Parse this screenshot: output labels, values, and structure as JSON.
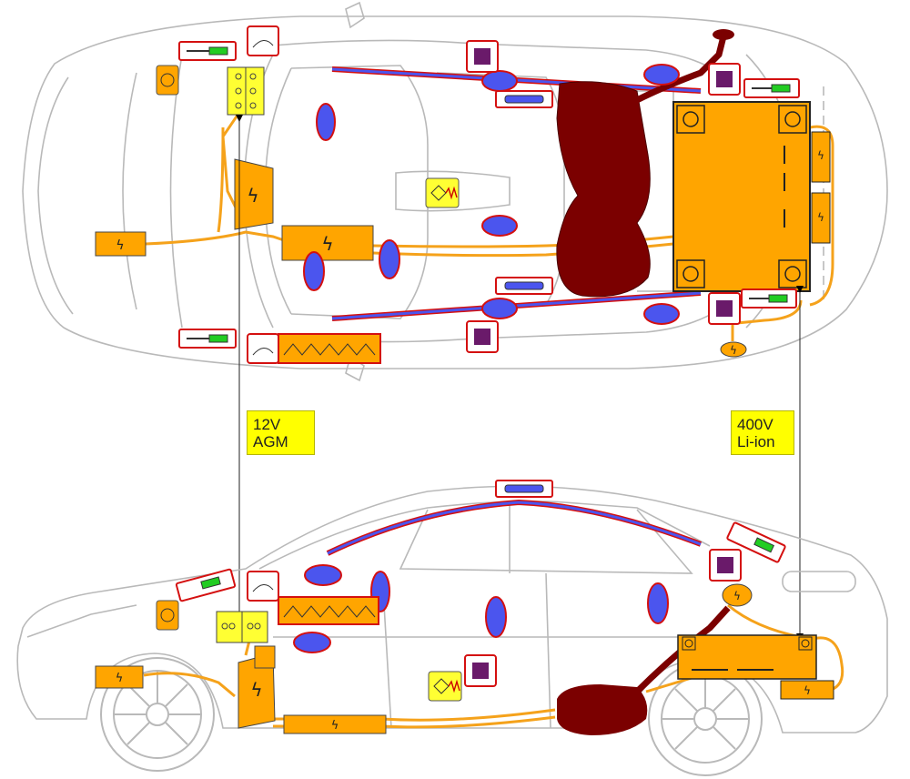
{
  "labels": {
    "battery_12v": {
      "line1": "12V",
      "line2": "AGM"
    },
    "battery_400v": {
      "line1": "400V",
      "line2": "Li-ion"
    }
  },
  "colors": {
    "orange_cable": "#f5a21b",
    "hv_component": "#ffa500",
    "fuel_tank": "#7b0000",
    "airbag": "#4b55ee",
    "airbag_outline": "#d41010",
    "sensor_box": "#6a1a6a",
    "callout_yellow": "#ffff00",
    "body_line": "#b9b9b9"
  },
  "icons": [
    "lightning-bolt-icon",
    "fuse-icon",
    "gas-strut-icon",
    "pretensioner-icon",
    "seatbelt-icon",
    "crash-sensor-icon",
    "airbag-icon",
    "window-airbag-icon",
    "battery-icon"
  ]
}
